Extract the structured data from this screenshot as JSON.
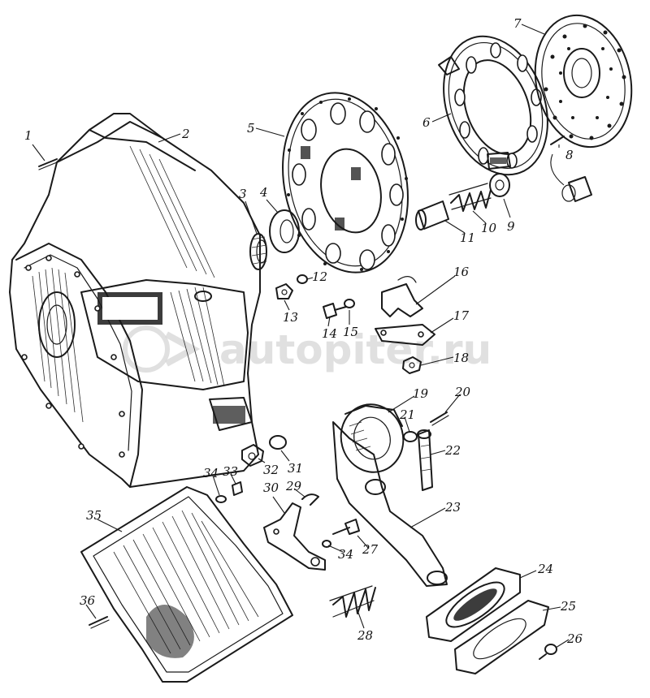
{
  "watermark": {
    "text": "autopiter.ru",
    "color": "#d0d0d0"
  },
  "parts": [
    {
      "id": "callout-1",
      "label": "1"
    },
    {
      "id": "callout-2",
      "label": "2"
    },
    {
      "id": "callout-3",
      "label": "3"
    },
    {
      "id": "callout-4",
      "label": "4"
    },
    {
      "id": "callout-5",
      "label": "5"
    },
    {
      "id": "callout-6",
      "label": "6"
    },
    {
      "id": "callout-7",
      "label": "7"
    },
    {
      "id": "callout-8",
      "label": "8"
    },
    {
      "id": "callout-9",
      "label": "9"
    },
    {
      "id": "callout-10",
      "label": "10"
    },
    {
      "id": "callout-11",
      "label": "11"
    },
    {
      "id": "callout-12",
      "label": "12"
    },
    {
      "id": "callout-13",
      "label": "13"
    },
    {
      "id": "callout-14",
      "label": "14"
    },
    {
      "id": "callout-15",
      "label": "15"
    },
    {
      "id": "callout-16",
      "label": "16"
    },
    {
      "id": "callout-17",
      "label": "17"
    },
    {
      "id": "callout-18",
      "label": "18"
    },
    {
      "id": "callout-19",
      "label": "19"
    },
    {
      "id": "callout-20",
      "label": "20"
    },
    {
      "id": "callout-21",
      "label": "21"
    },
    {
      "id": "callout-22",
      "label": "22"
    },
    {
      "id": "callout-23",
      "label": "23"
    },
    {
      "id": "callout-24",
      "label": "24"
    },
    {
      "id": "callout-25",
      "label": "25"
    },
    {
      "id": "callout-26",
      "label": "26"
    },
    {
      "id": "callout-27",
      "label": "27"
    },
    {
      "id": "callout-28",
      "label": "28"
    },
    {
      "id": "callout-29",
      "label": "29"
    },
    {
      "id": "callout-30",
      "label": "30"
    },
    {
      "id": "callout-31",
      "label": "31"
    },
    {
      "id": "callout-32",
      "label": "32"
    },
    {
      "id": "callout-33",
      "label": "33"
    },
    {
      "id": "callout-34a",
      "label": "34"
    },
    {
      "id": "callout-34b",
      "label": "34"
    },
    {
      "id": "callout-35",
      "label": "35"
    },
    {
      "id": "callout-36",
      "label": "36"
    }
  ]
}
